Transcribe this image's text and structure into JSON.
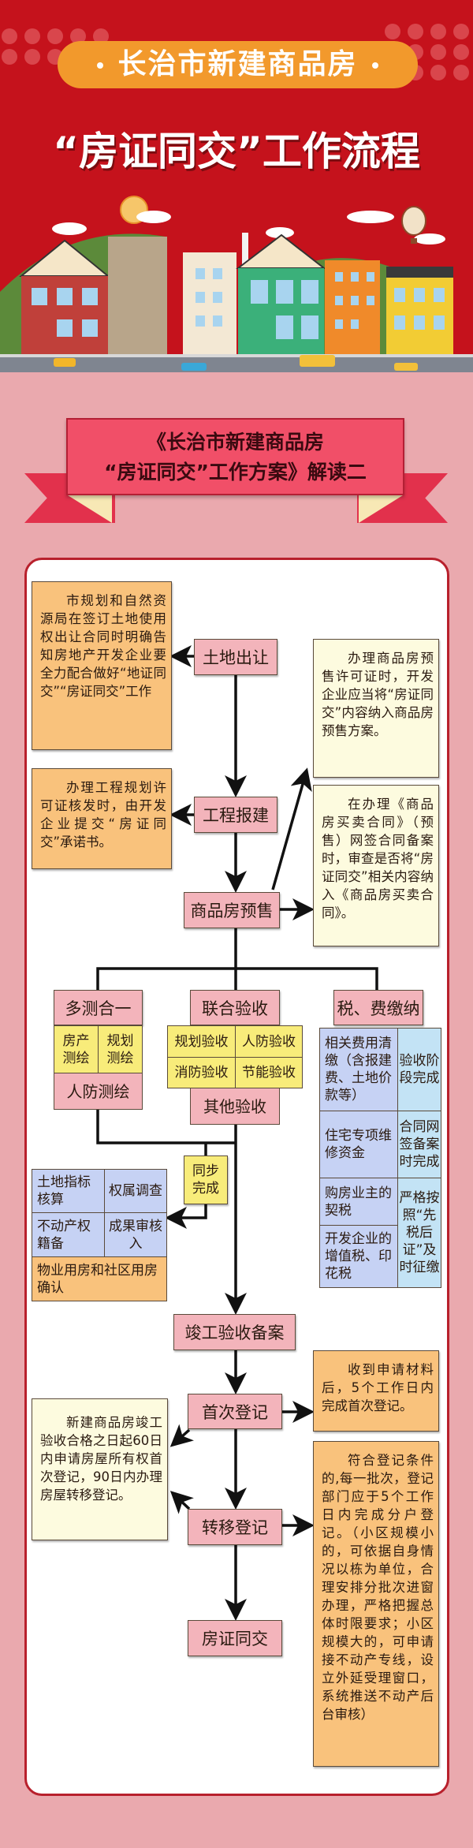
{
  "header": {
    "pill_text": "长治市新建商品房",
    "title": "“房证同交”工作流程"
  },
  "banner": {
    "line1": "《长治市新建商品房",
    "line2": "“房证同交”工作方案》解读二"
  },
  "steps": {
    "land_transfer": "土地出让",
    "construction_filing": "工程报建",
    "presale": "商品房预售",
    "multi_survey": "多测合一",
    "joint_acceptance": "联合验收",
    "tax_fee": "税、费缴纳",
    "completion_filing": "竣工验收备案",
    "first_registration": "首次登记",
    "transfer_registration": "转移登记",
    "final": "房证同交"
  },
  "notes": {
    "land_transfer": "市规划和自然资源局在签订土地使用权出让合同时明确告知房地产开发企业要全力配合做好“地证同交”“房证同交”工作",
    "construction_filing": "办理工程规划许可证核发时，由开发企业提交“房证同交”承诺书。",
    "presale_permit": "办理商品房预售许可证时，开发企业应当将“房证同交”内容纳入商品房预售方案。",
    "presale_contract": "在办理《商品房买卖合同》（预售）网签合同备案时，审查是否将“房证同交”相关内容纳入《商品房买卖合同》。",
    "first_registration": "收到申请材料后，5个工作日内完成首次登记。",
    "deadline": "新建商品房竣工验收合格之日起60日内申请房屋所有权首次登记，90日内办理房屋转移登记。",
    "transfer_registration": "符合登记条件的,每一批次，登记部门应于5个工作日内完成分户登记。（小区规模小的，可依据自身情况以栋为单位，合理安排分批次进窗办理，严格把握总体时限要求；小区规模大的，可申请接不动产专线，设立外延受理窗口，系统推送不动产后台审核）"
  },
  "survey": {
    "property_survey": "房产测绘",
    "planning_survey": "规划测绘",
    "civil_defense_survey": "人防测绘"
  },
  "acceptance": {
    "planning": "规划验收",
    "civil_defense": "人防验收",
    "fire": "消防验收",
    "energy": "节能验收",
    "other": "其他验收"
  },
  "sync": {
    "label": "同步完成",
    "items": [
      "土地指标核算",
      "权属调查",
      "不动产权籍备",
      "成果审核入"
    ],
    "property_rooms": "物业用房和社区用房确认"
  },
  "taxes": {
    "rows": [
      {
        "item": "相关费用清缴（含报建费、土地价款等）"
      },
      {
        "item": "住宅专项维修资金"
      },
      {
        "item": "购房业主的契税"
      },
      {
        "item": "开发企业的增值税、印花税"
      }
    ],
    "timing": [
      "验收阶段完成",
      "合同网签备案时完成",
      "严格按照“先税后证”及时征缴"
    ]
  },
  "colors": {
    "header_red": "#c5121c",
    "pill_orange": "#f2992c",
    "background_pink": "#eaa9ae",
    "step_pink": "#f3b4bb",
    "note_orange": "#f9c27c",
    "panel_border": "#b8202c"
  }
}
